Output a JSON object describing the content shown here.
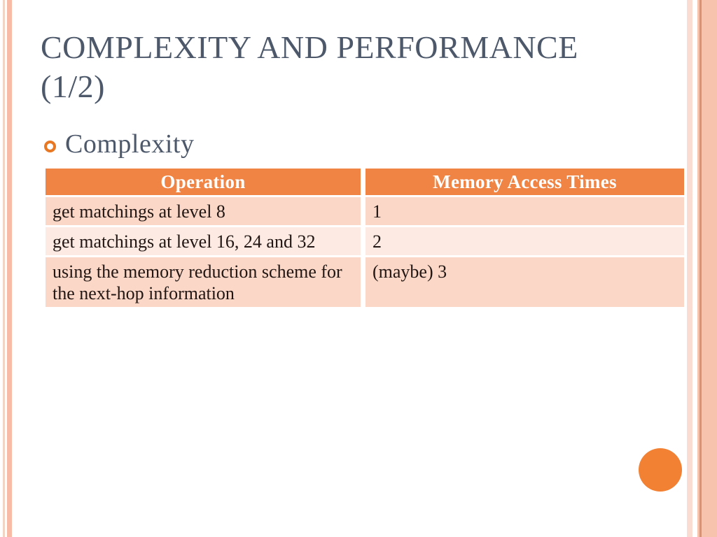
{
  "slide": {
    "title": {
      "lines": [
        "COMPLEXITY AND PERFORMANCE",
        "(1/2)"
      ]
    },
    "bullet": {
      "icon": "ring-bullet",
      "label": "Complexity"
    },
    "table": {
      "header": [
        "Operation",
        "Memory Access Times"
      ],
      "rows": [
        {
          "operation": "get matchings at level 8",
          "memory_access_times": "1"
        },
        {
          "operation": "get matchings at level 16, 24 and 32",
          "memory_access_times": "2"
        },
        {
          "operation": "using the memory reduction scheme for the next-hop information",
          "memory_access_times": "(maybe) 3"
        }
      ]
    },
    "colors": {
      "title_text": "#4d596b",
      "table_header_bg": "#f08445",
      "table_header_text": "#ffffff",
      "row_odd_bg": "#fbd7c7",
      "row_even_bg": "#fdebe3",
      "cell_text": "#211613",
      "bullet_ring": "#e87824",
      "accent_circle": "#f28133",
      "edge_stripe_main": "#f8bca6",
      "edge_stripe_light": "#fbdcd2",
      "edge_stripe_dark_line": "#de916f"
    }
  }
}
